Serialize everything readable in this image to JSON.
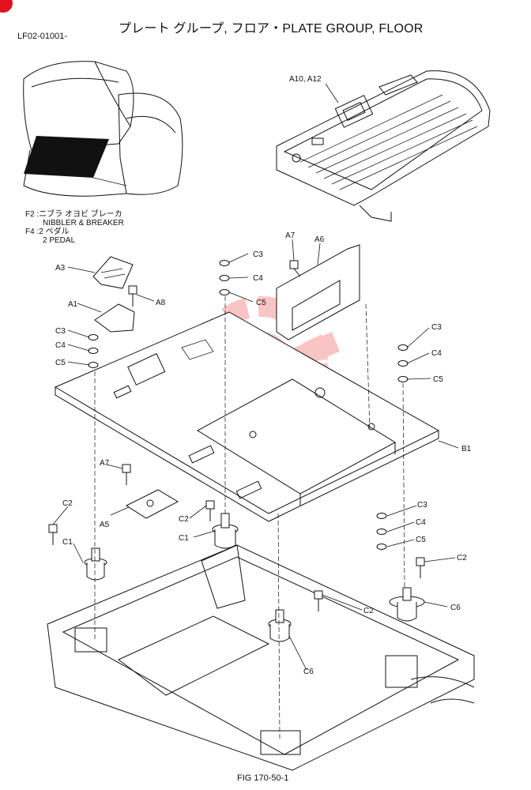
{
  "header": {
    "title": "プレート グループ, フロア・PLATE GROUP, FLOOR",
    "code": "LF02-01001-"
  },
  "notes": {
    "f2_line1": "F2 :ニブラ オヨビ ブレーカ",
    "f2_line2": "NIBBLER & BREAKER",
    "f4_line1": "F4 :2 ペダル",
    "f4_line2": "2 PEDAL"
  },
  "callouts": {
    "a10_a12": "A10, A12",
    "a7_top": "A7",
    "a6": "A6",
    "c3_top": "C3",
    "c4_top": "C4",
    "c5_top": "C5",
    "a3": "A3",
    "a1": "A1",
    "a8": "A8",
    "c3_left": "C3",
    "c4_left": "C4",
    "c5_left": "C5",
    "c3_right": "C3",
    "c4_right": "C4",
    "c5_right": "C5",
    "b1": "B1",
    "a7_mid": "A7",
    "a5": "A5",
    "c2_left": "C2",
    "c1_left": "C1",
    "c2_mid": "C2",
    "c1_mid": "C1",
    "c3_low": "C3",
    "c4_low": "C4",
    "c5_low": "C5",
    "c2_right": "C2",
    "c6_right": "C6",
    "c2_low": "C2",
    "c6_low": "C6"
  },
  "footer": {
    "figure": "FIG 170-50-1"
  },
  "colors": {
    "line": "#111111",
    "watermark": "#e8342f",
    "badge": "#e0141e"
  }
}
